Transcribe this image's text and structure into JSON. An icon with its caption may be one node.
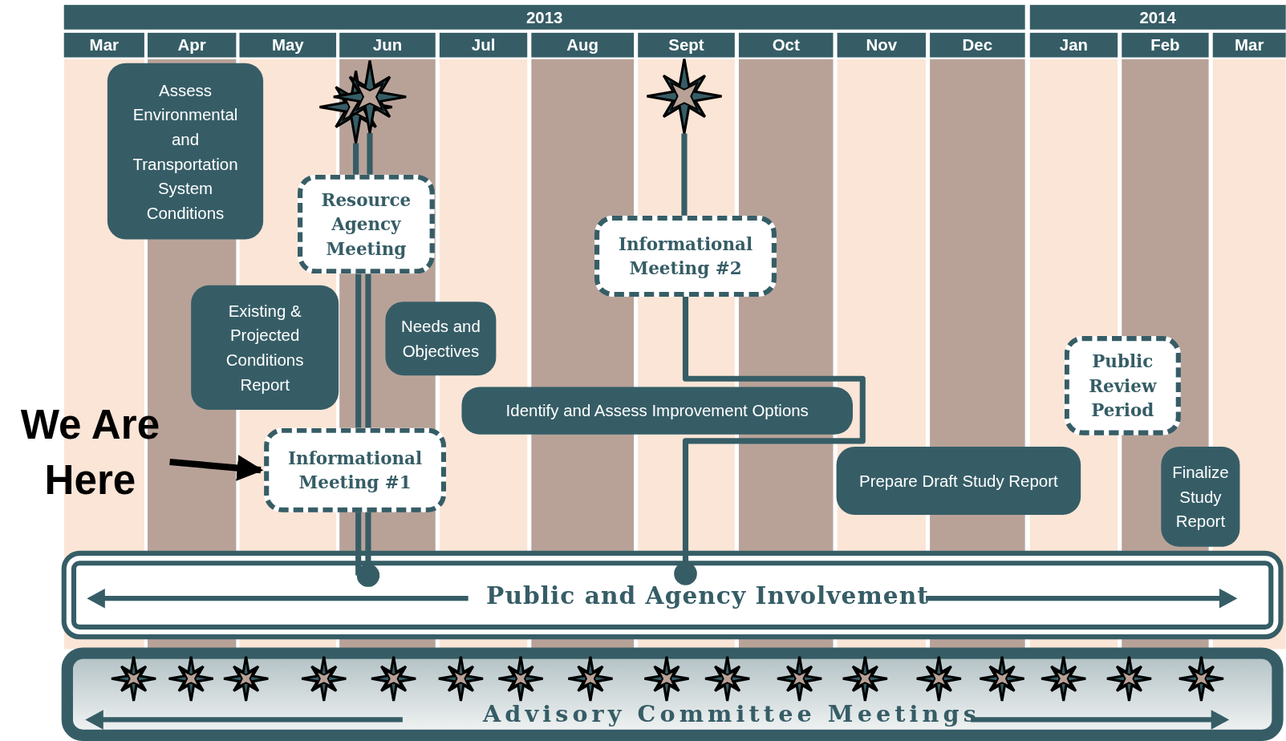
{
  "diagram": {
    "nodes": [
      {
        "text": [
          "2013"
        ]
      },
      {
        "text": [
          "2014"
        ]
      },
      {
        "text": [
          "Mar"
        ]
      },
      {
        "text": [
          "Apr"
        ]
      },
      {
        "text": [
          "May"
        ]
      },
      {
        "text": [
          "Jun"
        ]
      },
      {
        "text": [
          "Jul"
        ]
      },
      {
        "text": [
          "Aug"
        ]
      },
      {
        "text": [
          "Sept"
        ]
      },
      {
        "text": [
          "Oct"
        ]
      },
      {
        "text": [
          "Nov"
        ]
      },
      {
        "text": [
          "Dec"
        ]
      },
      {
        "text": [
          "Jan"
        ]
      },
      {
        "text": [
          "Feb"
        ]
      },
      {
        "text": [
          "Mar"
        ]
      },
      {
        "text": [
          "Assess Environmental and Transportation System Conditions"
        ]
      },
      {
        "text": [],
        "shape": "star"
      },
      {
        "text": [],
        "shape": "star"
      },
      {
        "text": [
          "Resource Agency Meeting"
        ]
      },
      {
        "text": [],
        "shape": "star"
      },
      {
        "text": [
          "Informational Meeting #2"
        ]
      },
      {
        "text": [
          "Existing & Projected Conditions Report"
        ]
      },
      {
        "text": [
          "Needs and Objectives"
        ]
      },
      {
        "text": [
          "Public Review Period"
        ]
      },
      {
        "text": [
          "Identify and Assess Improvement Options"
        ]
      },
      {
        "text": [
          "We Are Here"
        ]
      },
      {
        "text": [
          "Informational Meeting #1"
        ]
      },
      {
        "text": [
          "Prepare Draft Study Report"
        ]
      },
      {
        "text": [
          "Finalize Study Report"
        ]
      },
      {
        "text": [
          "Public and Agency Involvement"
        ]
      },
      {
        "text": [
          "Advisory Committee Meetings"
        ]
      }
    ],
    "edges": [
      {
        "from": 16,
        "to": 18,
        "arrow": "none"
      },
      {
        "from": 17,
        "to": 18,
        "arrow": "none"
      },
      {
        "from": 18,
        "to": 26,
        "arrow": "none"
      },
      {
        "from": 26,
        "to": 29,
        "arrow": "other"
      },
      {
        "from": 19,
        "to": 20,
        "arrow": "none"
      },
      {
        "from": 20,
        "to": 29,
        "arrow": "other"
      },
      {
        "from": 25,
        "to": 26,
        "arrow": "to",
        "color": "#000000"
      }
    ]
  }
}
